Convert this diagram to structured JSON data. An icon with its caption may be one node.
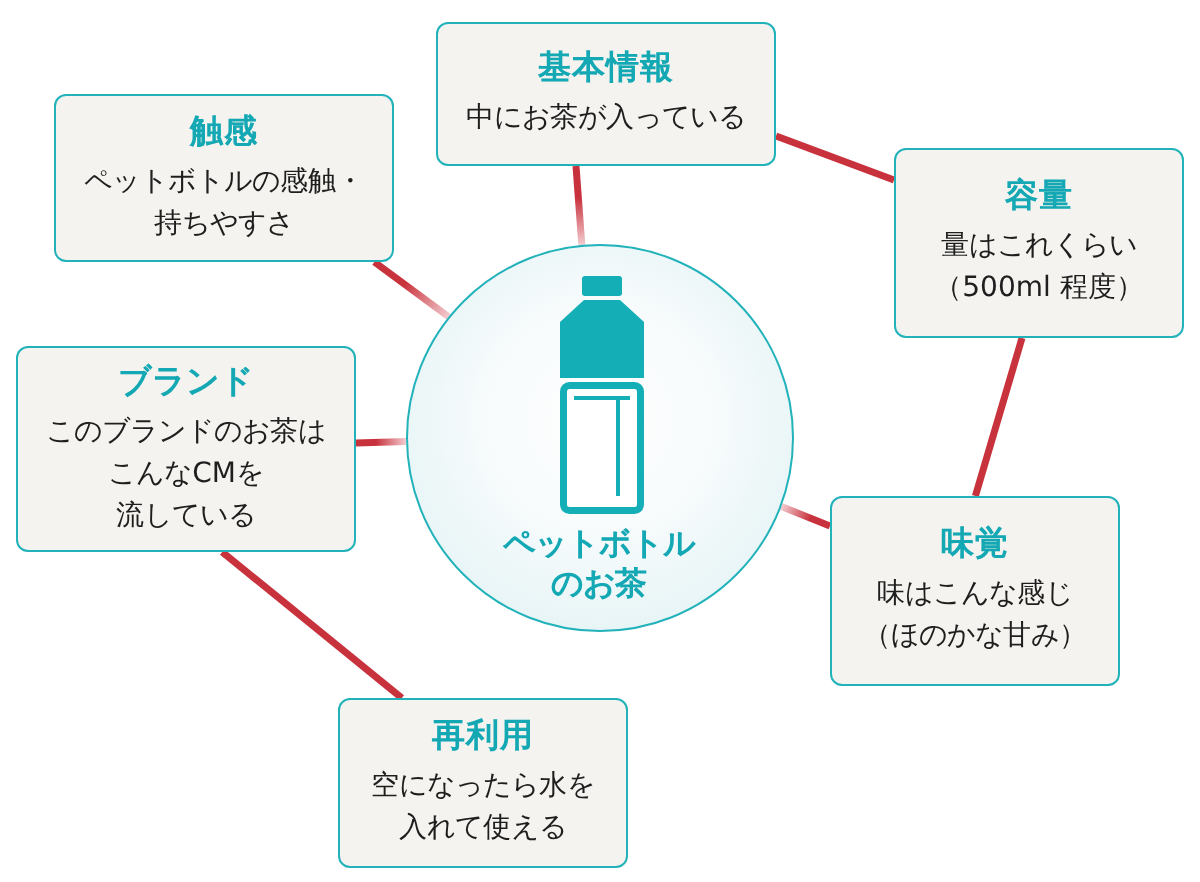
{
  "diagram": {
    "nodes": [
      {
        "text": [
          "基本情報",
          "中にお茶が入っている"
        ]
      },
      {
        "text": [
          "触感",
          "ペットボトルの感触・持ちやすさ"
        ]
      },
      {
        "text": [
          "容量",
          "量はこれくらい（500ml 程度）"
        ]
      },
      {
        "text": [
          "ペットボトルのお茶"
        ]
      },
      {
        "text": [
          "ブランド",
          "このブランドのお茶はこんなCMを流している"
        ]
      },
      {
        "text": [
          "味覚",
          "味はこんな感じ（ほのかな甘み）"
        ]
      },
      {
        "text": [
          "再利用",
          "空になったら水を入れて使える"
        ]
      }
    ],
    "edges": [
      {
        "from": 3,
        "to": 0,
        "arrow": "none"
      },
      {
        "from": 0,
        "to": 2,
        "arrow": "none"
      },
      {
        "from": 3,
        "to": 1,
        "arrow": "none"
      },
      {
        "from": 3,
        "to": 4,
        "arrow": "none"
      },
      {
        "from": 2,
        "to": 5,
        "arrow": "none"
      },
      {
        "from": 3,
        "to": 5,
        "arrow": "none"
      },
      {
        "from": 4,
        "to": 6,
        "arrow": "none"
      }
    ]
  }
}
